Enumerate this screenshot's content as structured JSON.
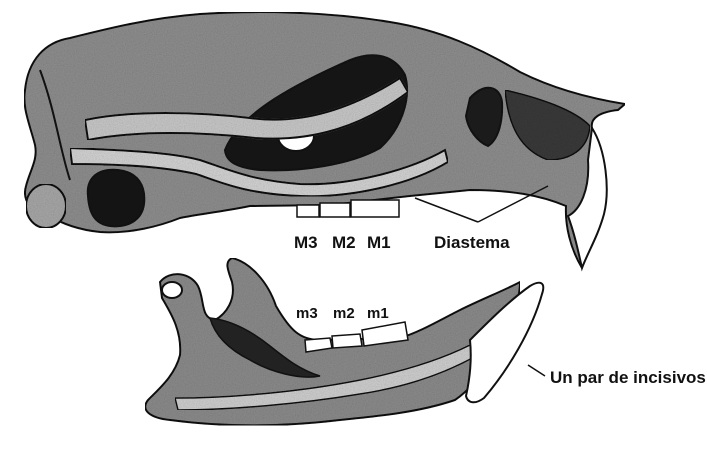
{
  "labels": {
    "upper_molar_3": "M3",
    "upper_molar_2": "M2",
    "upper_molar_1": "M1",
    "diastema": "Diastema",
    "lower_molar_3": "m3",
    "lower_molar_2": "m2",
    "lower_molar_1": "m1",
    "incisors": "Un par de incisivos"
  },
  "colors": {
    "ink": "#111111",
    "bone": "#8a8a8a",
    "bone_light": "#cfcfcf",
    "cavity": "#1a1a1a",
    "tooth": "#ffffff"
  }
}
